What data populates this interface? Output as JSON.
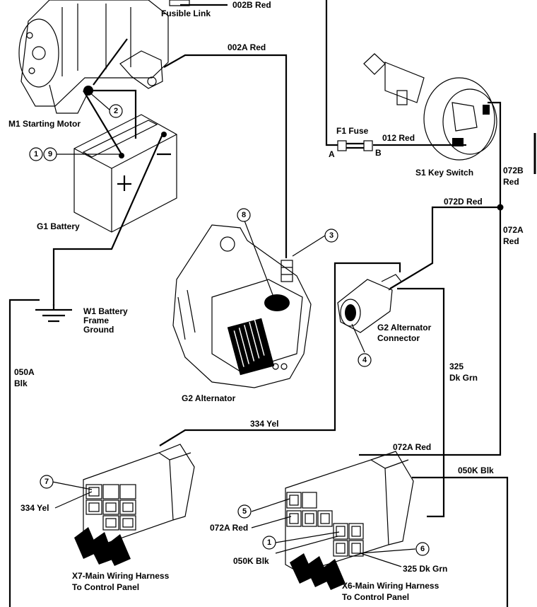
{
  "components": {
    "starting_motor": "M1 Starting Motor",
    "fusible_link": "Fusible Link",
    "battery": "G1 Battery",
    "battery_ground": "W1 Battery Frame Ground",
    "alternator": "G2 Alternator",
    "alternator_connector": "G2 Alternator Connector",
    "fuse": "F1 Fuse",
    "key_switch": "S1 Key Switch",
    "x7_harness_line1": "X7-Main Wiring Harness",
    "x7_harness_line2": "To Control Panel",
    "x6_harness_line1": "X6-Main Wiring Harness",
    "x6_harness_line2": "To Control Panel"
  },
  "ground_label_lines": [
    "W1 Battery",
    "Frame",
    "Ground"
  ],
  "connector_label_lines": [
    "G2 Alternator",
    "Connector"
  ],
  "fuse_terminals": {
    "a": "A",
    "b": "B"
  },
  "wires": {
    "w002b": "002B Red",
    "w002a": "002A Red",
    "w012": "012 Red",
    "w072b_1": "072B",
    "w072b_2": "Red",
    "w072d": "072D Red",
    "w072a_1": "072A",
    "w072a_2": "Red",
    "w050a_1": "050A",
    "w050a_2": "Blk",
    "w325_1": "325",
    "w325_2": "Dk Grn",
    "w334": "334 Yel",
    "w072a_h": "072A Red",
    "w050k": "050K Blk",
    "x7_334": "334 Yel",
    "x6_072a": "072A Red",
    "x6_050k": "050K Blk",
    "x6_325": "325 Dk Grn"
  },
  "callouts": [
    "1",
    "2",
    "3",
    "4",
    "5",
    "6",
    "7",
    "8",
    "9"
  ]
}
